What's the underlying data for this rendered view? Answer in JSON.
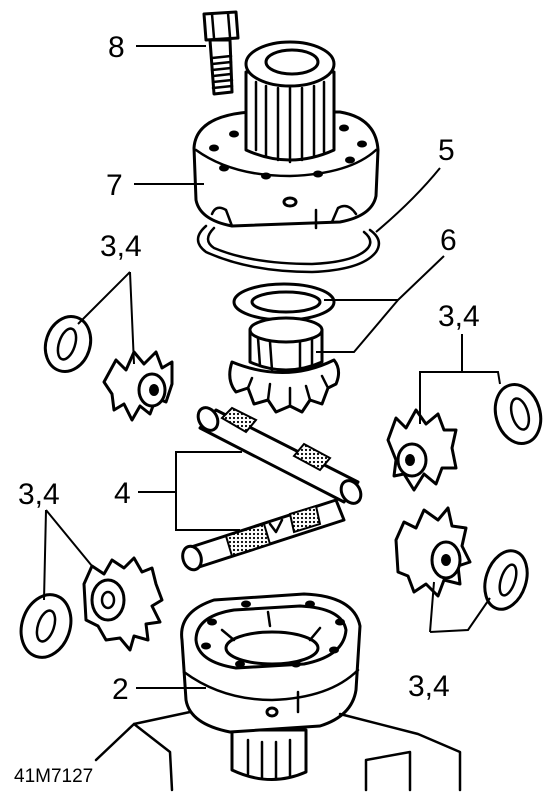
{
  "callouts": {
    "bolt": "8",
    "cover": "7",
    "ring": "5",
    "side_gear_top": "6",
    "pinion_upper_left": "3,4",
    "pinion_upper_right": "3,4",
    "cross_shaft": "4",
    "pinion_lower_left": "3,4",
    "pinion_lower_right": "3,4",
    "case": "2"
  },
  "reference_code": "41M7127"
}
